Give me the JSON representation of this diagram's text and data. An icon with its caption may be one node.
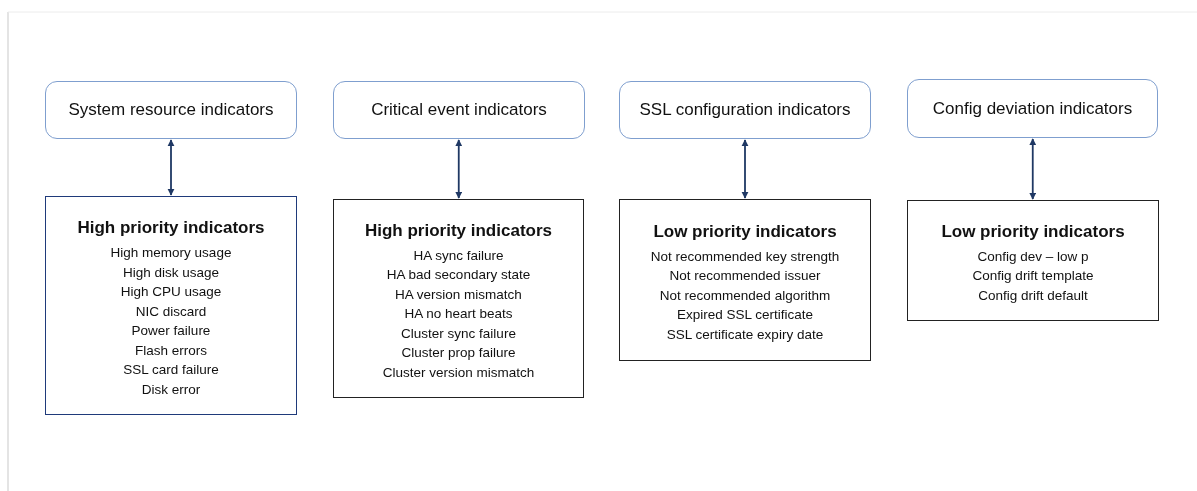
{
  "diagram": {
    "nodes": [
      {
        "text": [
          "System resource indicators"
        ]
      },
      {
        "text": [
          "Critical event indicators"
        ]
      },
      {
        "text": [
          "SSL configuration indicators"
        ]
      },
      {
        "text": [
          "Config deviation indicators"
        ]
      },
      {
        "text": [
          "High priority indicators",
          "High memory usage",
          "High disk usage",
          "High CPU usage",
          "NIC discard",
          "Power failure",
          "Flash errors",
          "SSL card failure",
          "Disk error"
        ]
      },
      {
        "text": [
          "High priority indicators",
          "HA sync failure",
          "HA bad secondary state",
          "HA version mismatch",
          "HA no heart beats",
          "Cluster sync failure",
          "Cluster prop failure",
          "Cluster version mismatch"
        ]
      },
      {
        "text": [
          "Low priority indicators",
          "Not recommended key strength",
          "Not recommended issuer",
          "Not recommended algorithm",
          "Expired SSL certificate",
          "SSL certificate expiry date"
        ]
      },
      {
        "text": [
          "Low priority indicators",
          "Config dev – low p",
          "Config drift template",
          "Config drift default"
        ]
      }
    ],
    "edges": [
      {
        "from": 0,
        "to": 4,
        "arrow": "both",
        "color": "#1f3864"
      },
      {
        "from": 1,
        "to": 5,
        "arrow": "both",
        "color": "#1f3864"
      },
      {
        "from": 2,
        "to": 6,
        "arrow": "both",
        "color": "#1f3864"
      },
      {
        "from": 3,
        "to": 7,
        "arrow": "both",
        "color": "#1f3864"
      }
    ]
  }
}
